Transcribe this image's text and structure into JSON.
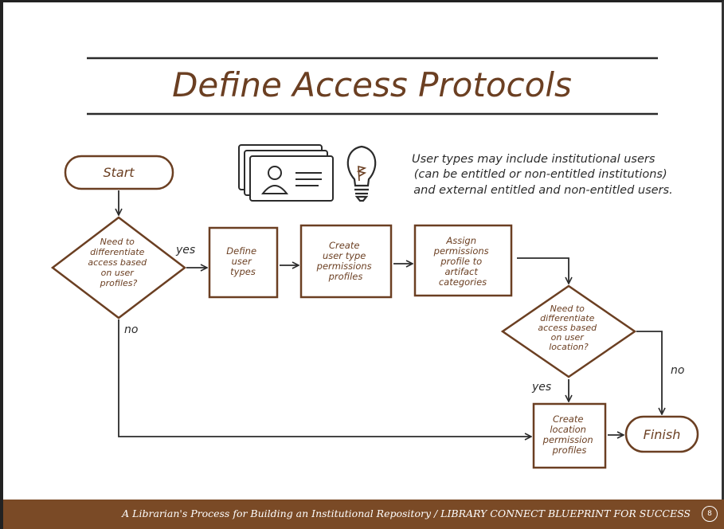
{
  "title": "Define Access Protocols",
  "note": {
    "lines": [
      "User types may include institutional users",
      "(can be entitled or non-entitled institutions)",
      "and external entitled and non-entitled users."
    ]
  },
  "icons": {
    "cards": "id-cards-icon",
    "bulb": "lightbulb-icon"
  },
  "flow": {
    "start": "Start",
    "decision1": [
      "Need to",
      "differentiate",
      "access based",
      "on user",
      "profiles?"
    ],
    "yes1": "yes",
    "no1": "no",
    "step1": [
      "Define",
      "user",
      "types"
    ],
    "step2": [
      "Create",
      "user type",
      "permissions",
      "profiles"
    ],
    "step3": [
      "Assign",
      "permissions",
      "profile to",
      "artifact",
      "categories"
    ],
    "decision2": [
      "Need to",
      "differentiate",
      "access based",
      "on user",
      "location?"
    ],
    "yes2": "yes",
    "no2": "no",
    "step4": [
      "Create",
      "location",
      "permission",
      "profiles"
    ],
    "finish": "Finish"
  },
  "footer": {
    "text": "A Librarian's Process for Building an Institutional Repository / LIBRARY CONNECT BLUEPRINT FOR SUCCESS",
    "page": "8"
  },
  "colors": {
    "brown": "#6b3f22",
    "dark": "#2b2b2b",
    "footer": "#7a4a26"
  }
}
